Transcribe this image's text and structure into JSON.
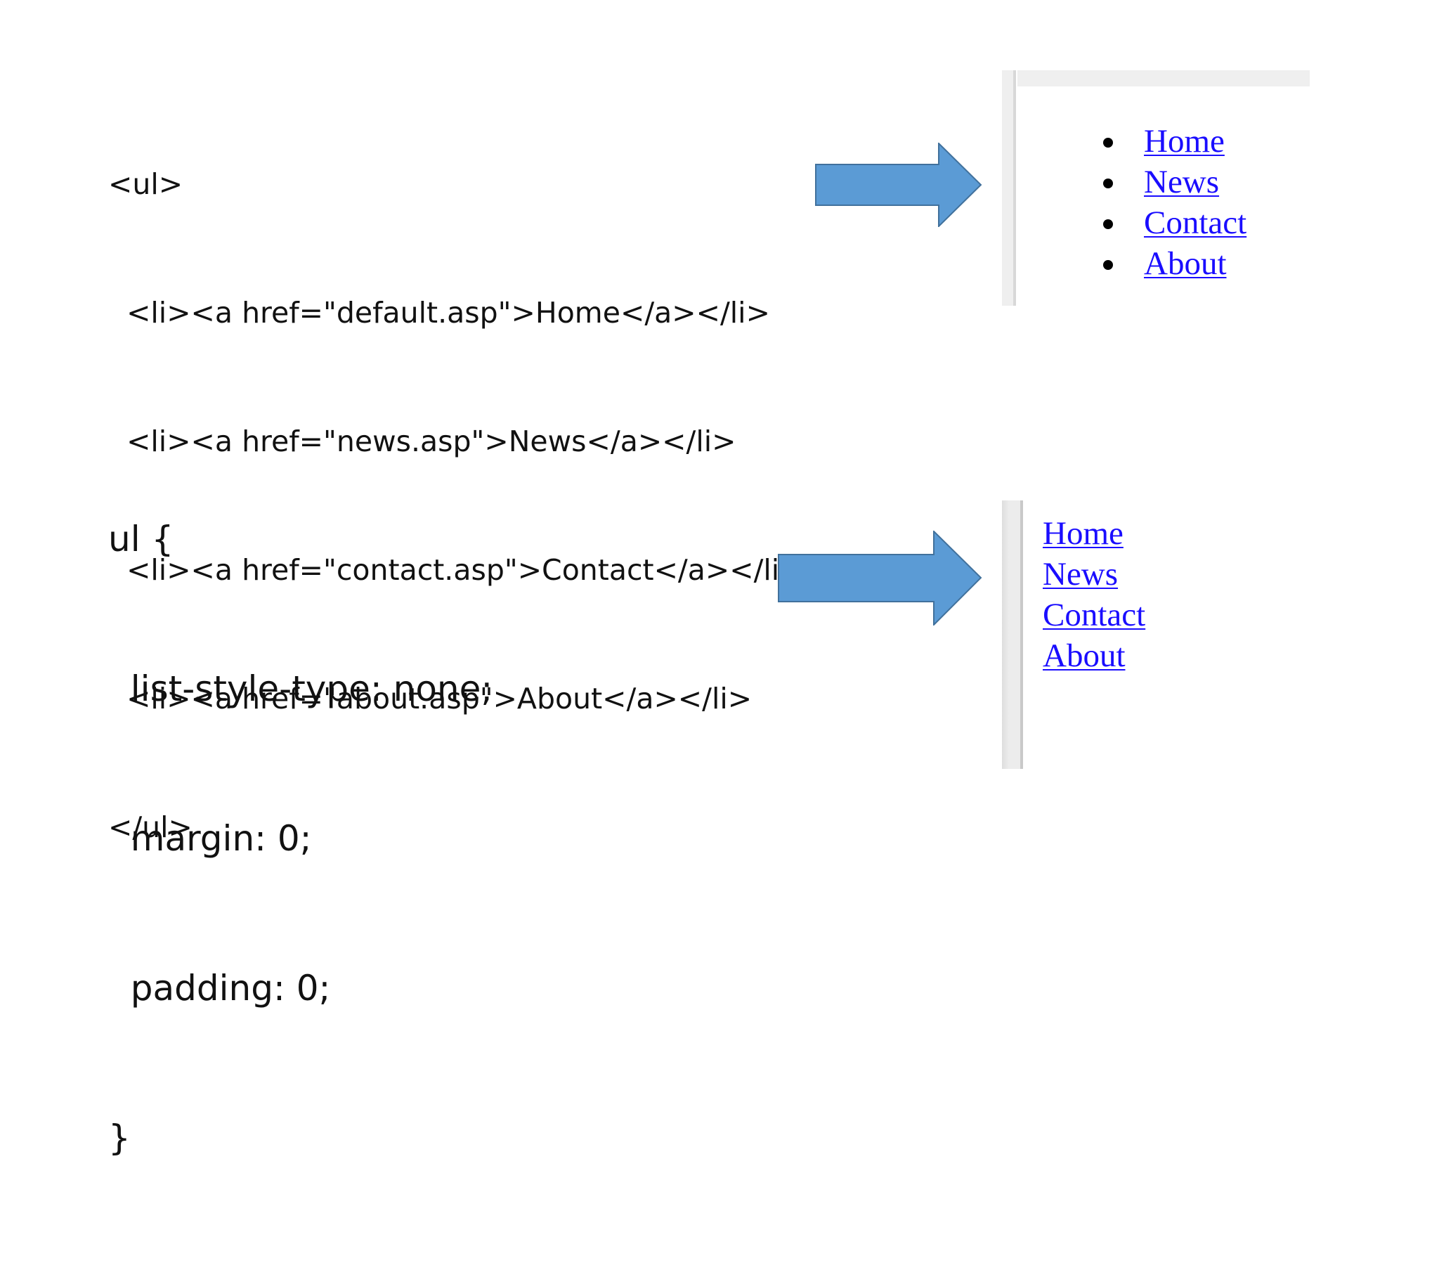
{
  "html_code": {
    "lines": [
      "<ul>",
      "  <li><a href=\"default.asp\">Home</a></li>",
      "  <li><a href=\"news.asp\">News</a></li>",
      "  <li><a href=\"contact.asp\">Contact</a></li>",
      "  <li><a href=\"about.asp\">About</a></li>",
      "</ul>"
    ]
  },
  "css_code": {
    "lines": [
      "ul {",
      "  list-style-type: none;",
      "  margin: 0;",
      "  padding: 0;",
      "}"
    ]
  },
  "preview_default": {
    "links": [
      "Home",
      "News",
      "Contact",
      "About"
    ]
  },
  "preview_styled": {
    "links": [
      "Home",
      "News",
      "Contact",
      "About"
    ]
  },
  "colors": {
    "arrow_fill": "#5b9bd5",
    "arrow_stroke": "#41719c",
    "link": "#1a0dff"
  }
}
